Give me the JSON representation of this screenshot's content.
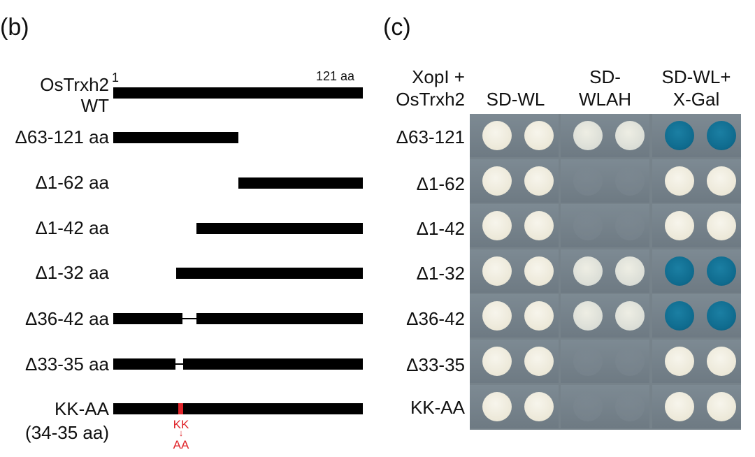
{
  "panel_b": {
    "label": "(b)",
    "start_tick": "1",
    "end_tick": "121 aa",
    "constructs": [
      {
        "name_line1": "OsTrxh2",
        "name_line2": "WT"
      },
      {
        "name": "Δ63-121 aa"
      },
      {
        "name": "Δ1-62 aa"
      },
      {
        "name": "Δ1-42 aa"
      },
      {
        "name": "Δ1-32 aa"
      },
      {
        "name": "Δ36-42 aa"
      },
      {
        "name": "Δ33-35 aa"
      },
      {
        "name_line1": "KK-AA",
        "name_line2": "(34-35 aa)"
      }
    ],
    "mutation_top": "KK",
    "mutation_arrow": "↓",
    "mutation_bottom": "AA"
  },
  "panel_c": {
    "label": "(c)",
    "row_header_line1": "XopI +",
    "row_header_line2": "OsTrxh2",
    "columns": [
      {
        "line1": "",
        "line2": "SD-WL"
      },
      {
        "line1": "SD-",
        "line2": "WLAH"
      },
      {
        "line1": "SD-WL+",
        "line2": "X-Gal"
      }
    ],
    "rows": [
      "Δ63-121",
      "Δ1-62",
      "Δ1-42",
      "Δ1-32",
      "Δ36-42",
      "Δ33-35",
      "KK-AA"
    ],
    "growth": [
      [
        "white",
        "pale",
        "blue"
      ],
      [
        "white",
        "faint",
        "white"
      ],
      [
        "white",
        "faint",
        "white"
      ],
      [
        "white",
        "pale",
        "blue"
      ],
      [
        "white",
        "pale",
        "blue"
      ],
      [
        "white",
        "faint",
        "white"
      ],
      [
        "white",
        "faint",
        "white"
      ]
    ]
  }
}
